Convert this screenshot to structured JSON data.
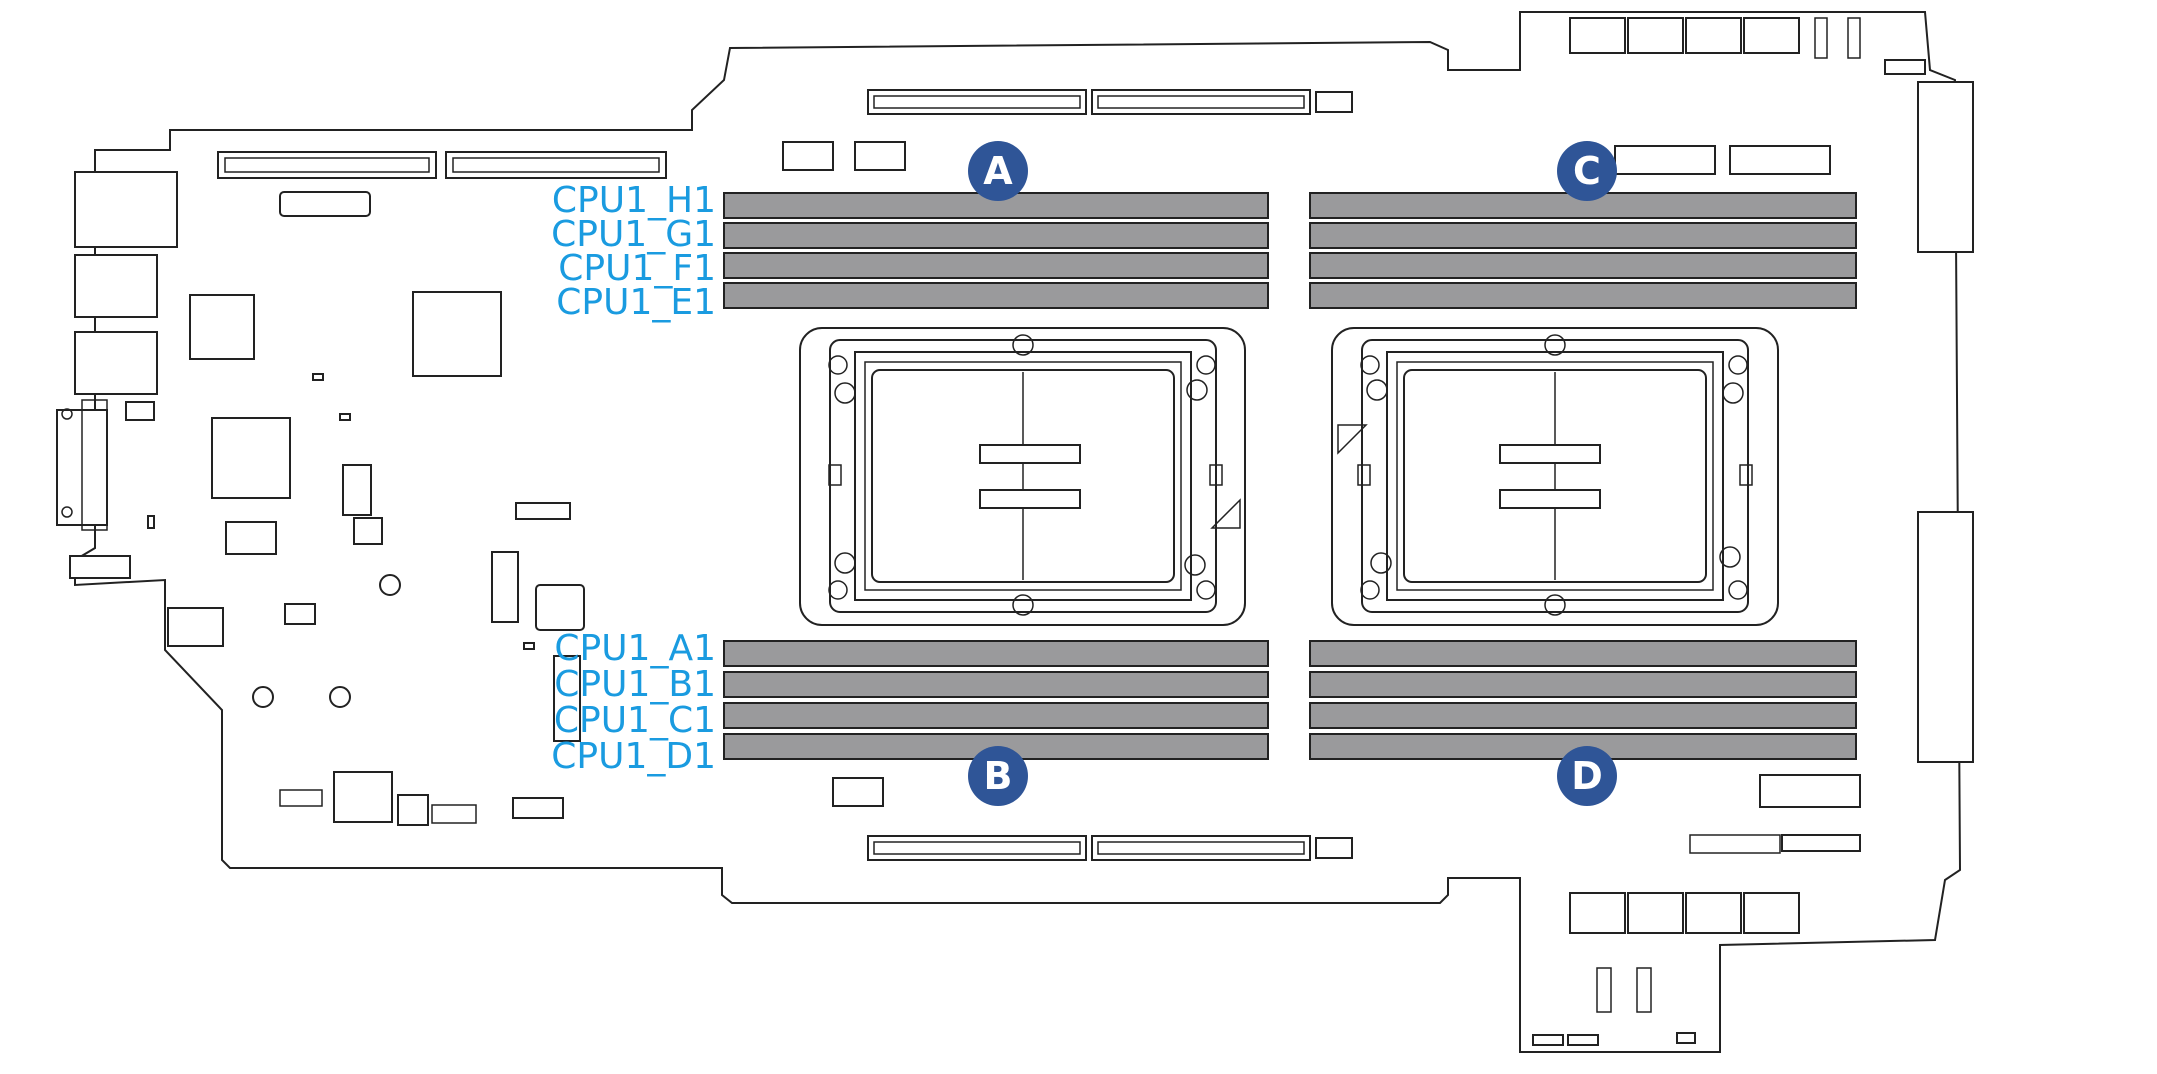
{
  "colors": {
    "label": "#1a9be0",
    "badge": "#2f5597",
    "dimm_slot": "#9a9a9c",
    "outline": "#222222"
  },
  "dimm_labels": {
    "top": [
      "CPU1_H1",
      "CPU1_G1",
      "CPU1_F1",
      "CPU1_E1"
    ],
    "bottom": [
      "CPU1_A1",
      "CPU1_B1",
      "CPU1_C1",
      "CPU1_D1"
    ]
  },
  "badges": {
    "top_left": "A",
    "bottom_left": "B",
    "top_right": "C",
    "bottom_right": "D"
  }
}
